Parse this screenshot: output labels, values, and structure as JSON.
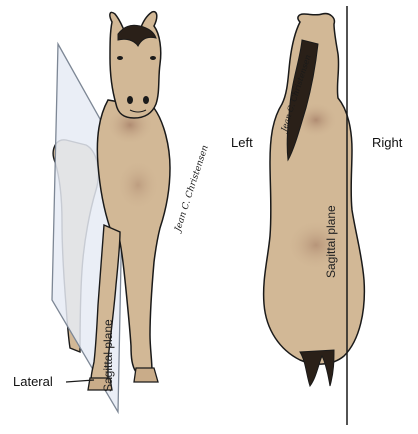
{
  "labels": {
    "left": "Left",
    "right": "Right",
    "lateral": "Lateral",
    "sagittal_front": "Sagittal plane",
    "sagittal_top": "Sagittal plane"
  },
  "signature": "Jean C. Christensen",
  "colors": {
    "coat": "#d2b896",
    "coat_shadow": "#b38f75",
    "outline": "#1a1a1a",
    "plane_fill": "#e6ebf4",
    "plane_edge": "#7d8795",
    "mane": "#2a2018"
  }
}
